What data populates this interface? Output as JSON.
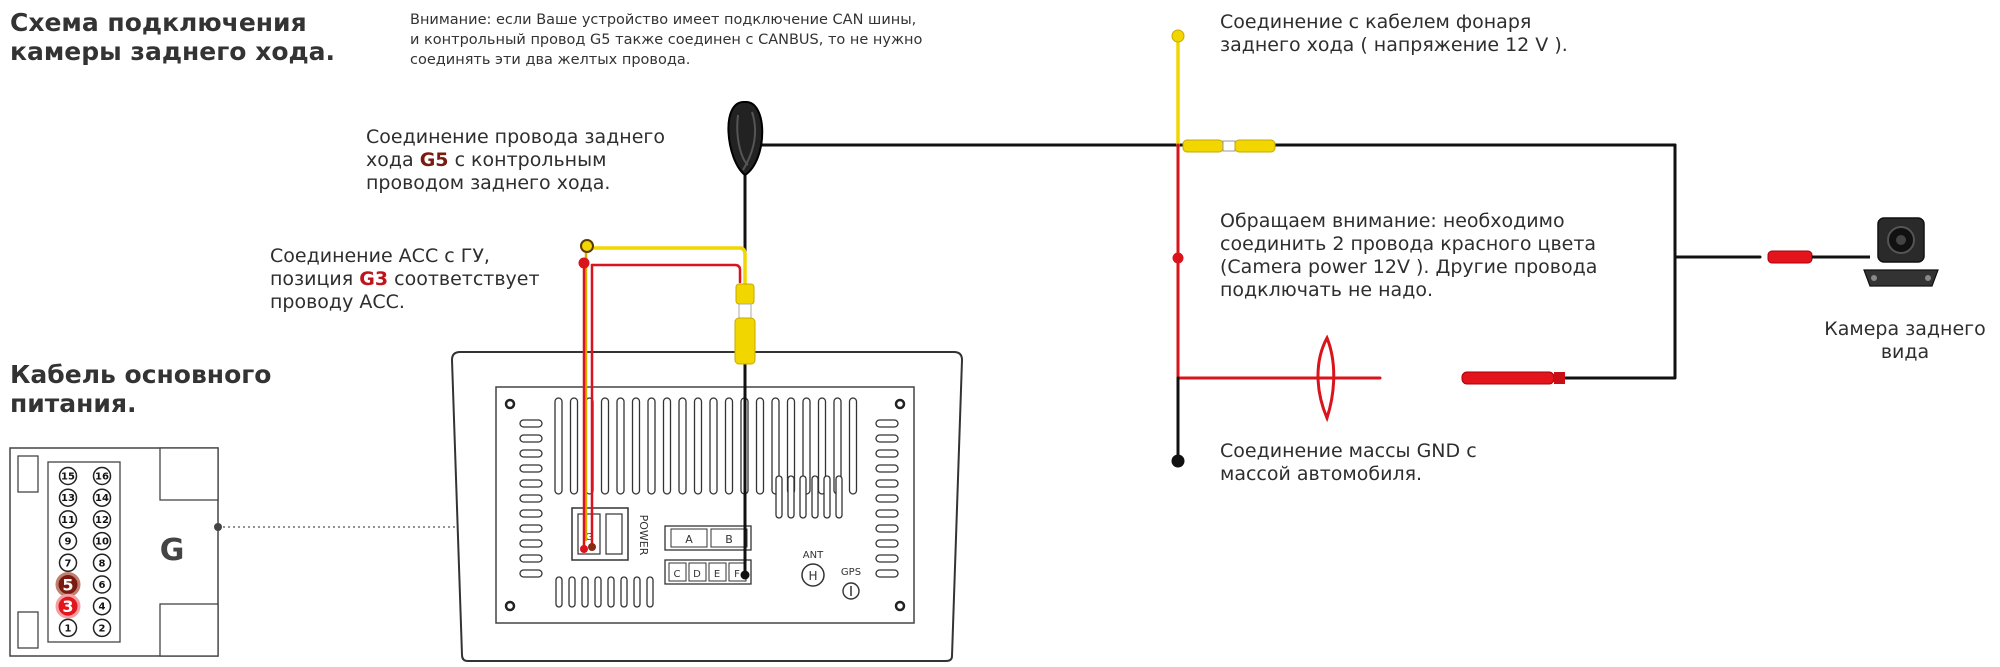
{
  "titles": {
    "scheme_line1": "Схема подключения",
    "scheme_line2": "камеры заднего хода.",
    "power_cable_line1": "Кабель основного",
    "power_cable_line2": "питания."
  },
  "notes": {
    "warning_line1": "Внимание: если Ваше устройство имеет подключение CAN шины,",
    "warning_line2": "и контрольный провод G5 также соединен с CANBUS, то не нужно",
    "warning_line3": "соединять эти два желтых провода.",
    "reverse_line1": "Соединение провода заднего",
    "reverse_line2_pre": "хода ",
    "reverse_line2_hl": "G5",
    "reverse_line2_post": " с контрольным",
    "reverse_line3": "проводом заднего хода.",
    "acc_line1": "Соединение АСС с ГУ,",
    "acc_line2_pre": "позиция ",
    "acc_line2_hl": "G3",
    "acc_line2_post": " соответствует",
    "acc_line3": "проводу АСС.",
    "lamp_line1": "Соединение с кабелем фонаря",
    "lamp_line2": "заднего хода ( напряжение 12 V ).",
    "attention_line1": "Обращаем внимание: необходимо",
    "attention_line2": "соединить 2 провода красного цвета",
    "attention_line3": " (Camera power 12V ). Другие провода",
    "attention_line4": "подключать не надо.",
    "gnd_line1": "Соединение массы GND с",
    "gnd_line2": "массой автомобиля.",
    "camera_line1": "Камера заднего",
    "camera_line2": "вида"
  },
  "connector": {
    "letter": "G",
    "pins_left": [
      "15",
      "13",
      "11",
      "9",
      "7",
      "5",
      "3",
      "1"
    ],
    "pins_right": [
      "16",
      "14",
      "12",
      "10",
      "8",
      "6",
      "4",
      "2"
    ],
    "highlight_pin_acc": "3",
    "highlight_pin_reverse": "5"
  },
  "head_unit": {
    "power_label": "POWER",
    "g_label": "G",
    "port_a": "A",
    "port_b": "B",
    "port_c": "C",
    "port_d": "D",
    "port_e": "E",
    "port_f": "F",
    "ant_label": "ANT",
    "ant_symbol": "H",
    "gps_label": "GPS"
  },
  "colors": {
    "wire_black": "#111111",
    "wire_red": "#d9141c",
    "wire_yellow": "#f2d600",
    "pin_acc": "#e2141c",
    "pin_reverse": "#7a1a10"
  }
}
